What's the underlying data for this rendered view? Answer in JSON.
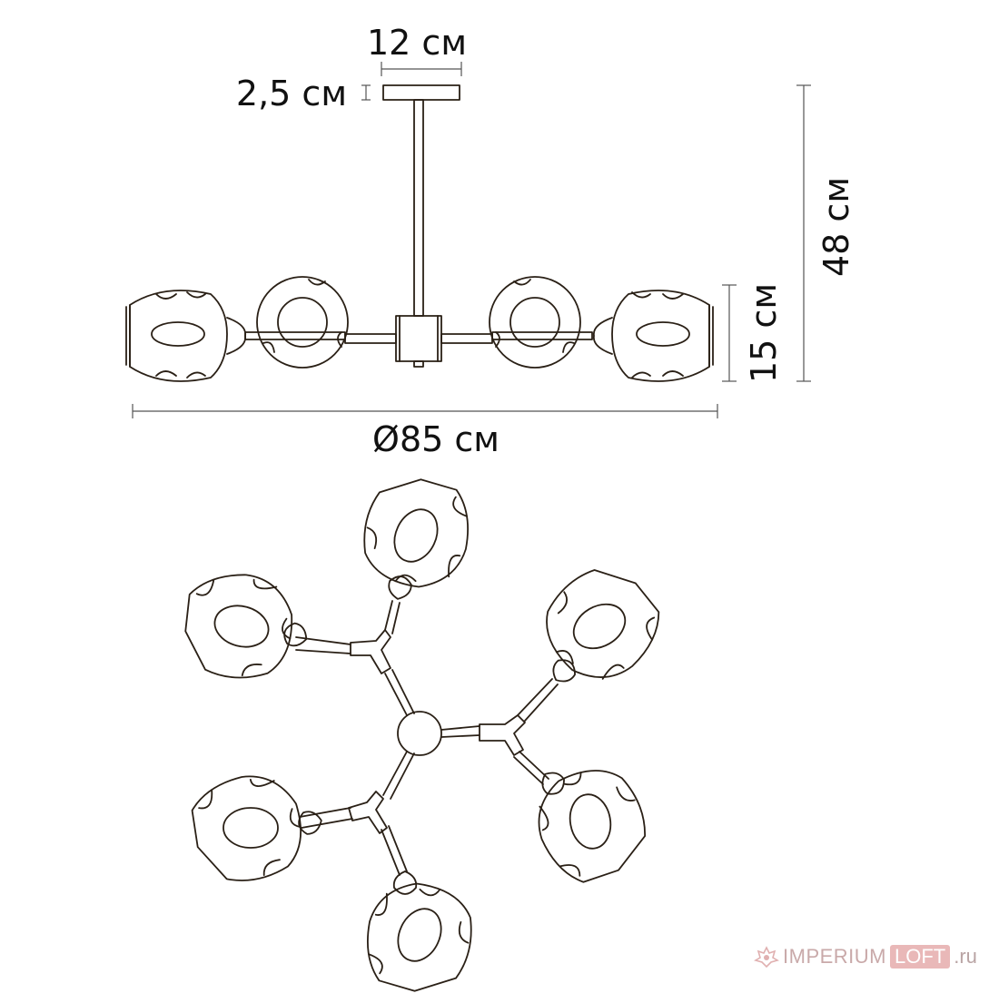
{
  "dimensions": {
    "top_width": "12 см",
    "plate_height": "2,5 см",
    "total_height": "48 см",
    "shade_height": "15 см",
    "diameter": "Ø85 см"
  },
  "watermark": {
    "part1": "IMPERIUM",
    "part2": "LOFT",
    "part3": ".ru",
    "logo_icon": "crown-lotus-icon",
    "colors": {
      "accent": "#e9b8b8",
      "text": "#c9a9a9"
    }
  },
  "line_color": "#2a2016"
}
